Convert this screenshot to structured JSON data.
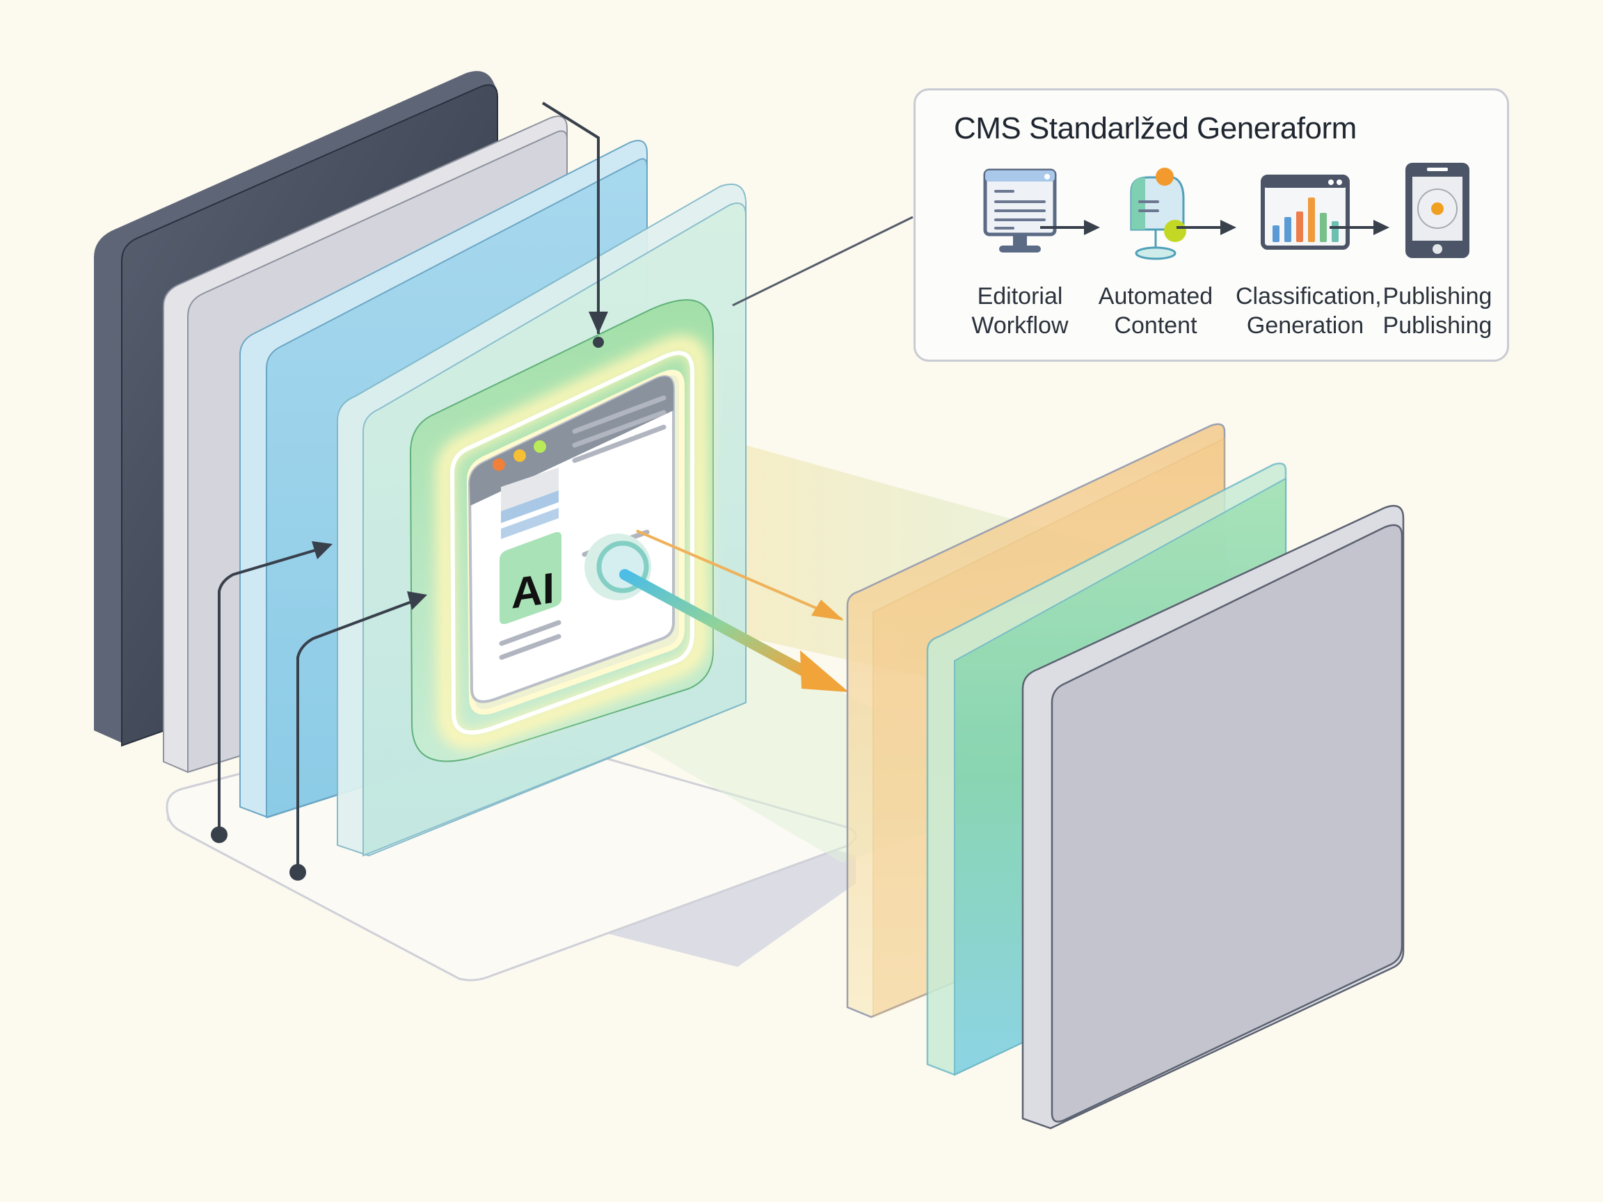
{
  "diagram": {
    "title": "CMS Standarlžed Generaform",
    "ai_badge": "AI",
    "steps": [
      {
        "icon": "monitor-document-icon",
        "line1": "Editorial",
        "line2": "Workflow"
      },
      {
        "icon": "automated-content-icon",
        "line1": "Automated",
        "line2": "Content"
      },
      {
        "icon": "bar-chart-window-icon",
        "line1": "Classification,",
        "line2": "Generation"
      },
      {
        "icon": "mobile-phone-icon",
        "line1": "Publishing",
        "line2": "Publishing"
      }
    ],
    "colors": {
      "background": "#fcf9ef",
      "dark_panel": "#3a4352",
      "grey_panel": "#d7d8de",
      "blue_panel": "#9fd2ea",
      "mint_panel": "#cdeee0",
      "ai_frame_green": "#8fd8a0",
      "glow_yellow": "#fbf5b8",
      "orange_accent": "#f2a23a",
      "teal_panel": "#8fd9c0",
      "output_grey": "#c3c4ce",
      "connector": "#38404c"
    }
  }
}
